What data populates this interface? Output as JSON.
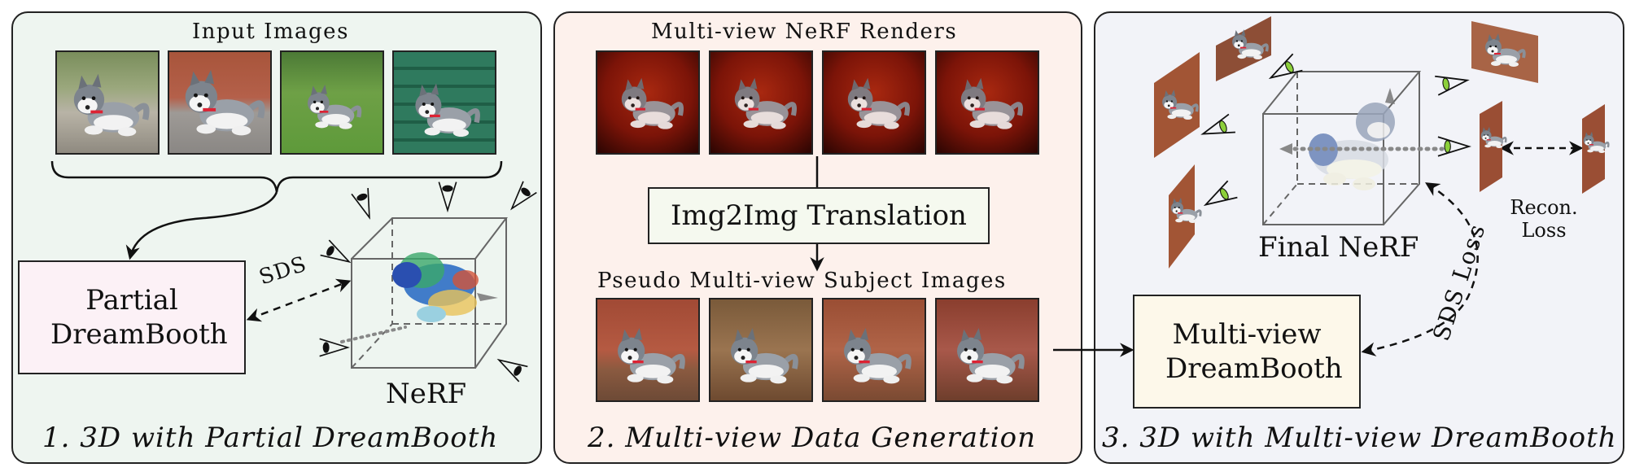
{
  "panel1": {
    "input_images_label": "Input Images",
    "partial_dreambooth_label": "Partial DreamBooth",
    "sds_label": "SDS",
    "nerf_label": "NeRF",
    "caption": "1. 3D with Partial DreamBooth"
  },
  "panel2": {
    "renders_label": "Multi-view NeRF Renders",
    "translation_label": "Img2Img Translation",
    "pseudo_label": "Pseudo Multi-view Subject Images",
    "caption": "2. Multi-view Data Generation"
  },
  "panel3": {
    "final_nerf_label": "Final NeRF",
    "recon_loss_label": "Recon. Loss",
    "sds_loss_label": "SDS Loss",
    "multiview_dreambooth_label": "Multi-view DreamBooth",
    "caption": "3. 3D with Multi-view DreamBooth"
  },
  "colors": {
    "panel1_bg": "#eef5f0",
    "panel2_bg": "#fdf1ec",
    "panel3_bg": "#f2f3f8",
    "partial_box_bg": "#fcf1f6",
    "translation_box_bg": "#f5f9ef",
    "multiview_box_bg": "#fdf8ea",
    "eye_iris": "#8ccf3a"
  }
}
